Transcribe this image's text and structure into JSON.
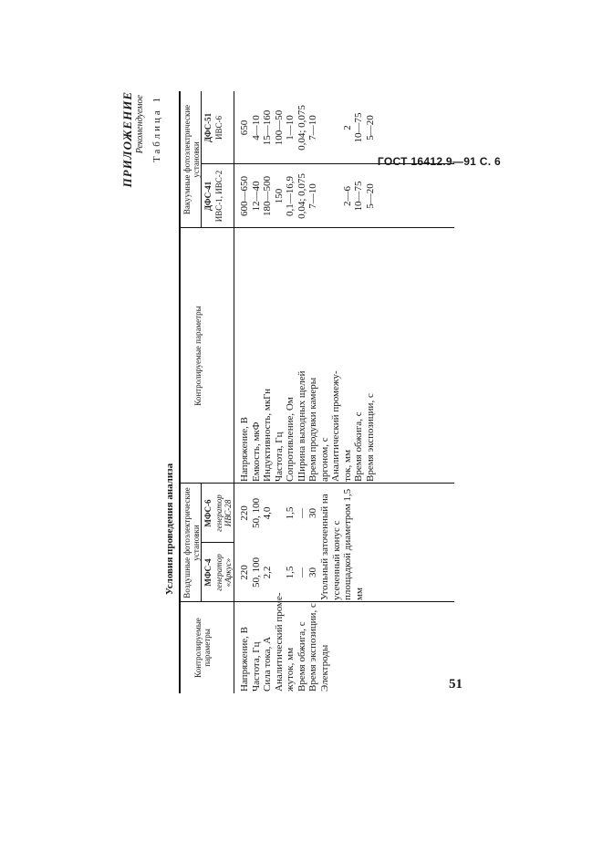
{
  "header": {
    "gost": "ГОСТ 16412.9—91 С. 6"
  },
  "appendix": {
    "title": "ПРИЛОЖЕНИЕ",
    "subtitle": "Рекомендуемое"
  },
  "table": {
    "caption": "Таблица 1",
    "title": "Условия проведения анализа",
    "left": {
      "param_header": "Контролируемые параметры",
      "group_header": "Воздушные фотоэлектрические установки",
      "cols": [
        {
          "name": "МФС-4",
          "sub": "генератор «Аркус»"
        },
        {
          "name": "МФС-6",
          "sub": "генератор ИВС-28"
        }
      ],
      "params": "Напряжение, В\nЧастота, Гц\nСила тока, А\nАналитический проме-\nжуток, мм\nВремя обжига, с\nВремя экспозиции, с\nЭлектроды",
      "col1_values": "220\n50, 100\n2,2\n\n1,5\n—\n30",
      "col2_values": "220\n50, 100\n4,0\n\n1,5\n—\n30",
      "electrodes": "Угольный заточенный на усеченный конус с площадкой диаметром 1,5 мм"
    },
    "right": {
      "param_header": "Контролируемые параметры",
      "group_header": "Вакуумные фотоэлектрические установки",
      "cols": [
        {
          "name": "ДФС-41",
          "sub": "ИВС-1, ИВС-2"
        },
        {
          "name": "ДФС-51",
          "sub": "ИВС-6"
        }
      ],
      "params": "Напряжение, В\nЕмкость, мкФ\nИндуктивность, мкГн\nЧастота, Гц\nСопротивление, Ом\nШирина выходных щелей\nВремя продувки камеры\nаргоном, с\nАналитический промежу-\nток, мм\nВремя обжига, с\nВремя экспозиции, с",
      "col1_values": "600—650\n12—40\n180—500\n150\n0,1—16,9\n0,04; 0,075\n7—10\n\n\n2—6\n10—75\n5—20",
      "col2_values": "650\n4—10\n15—160\n100—50\n1—10\n0,04; 0,075\n7—10\n\n\n2\n10—75\n5—20"
    }
  },
  "page_number": "51"
}
